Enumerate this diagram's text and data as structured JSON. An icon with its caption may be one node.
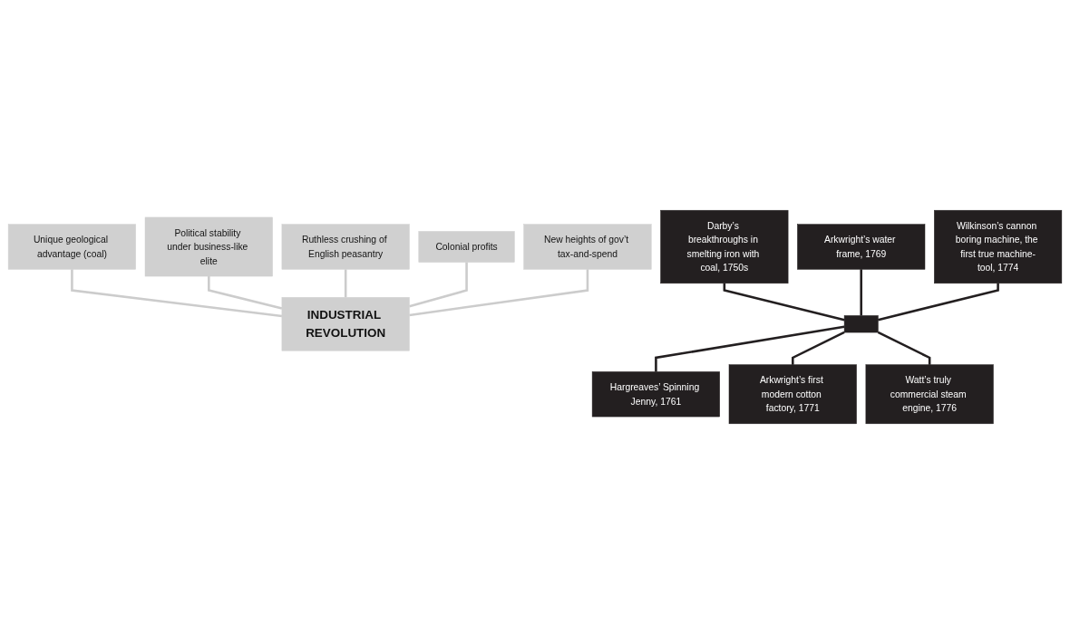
{
  "diagram": {
    "nodes": [
      {
        "text": [
          "Unique geological advantage (coal)"
        ]
      },
      {
        "text": [
          "Political stability under business-like elite"
        ]
      },
      {
        "text": [
          "Ruthless crushing of English peasantry"
        ]
      },
      {
        "text": [
          "Colonial profits"
        ]
      },
      {
        "text": [
          "New heights of gov’t tax-and-spend"
        ]
      },
      {
        "text": [
          "INDUSTRIAL REVOLUTION"
        ]
      },
      {
        "text": [
          "Darby’s breakthroughs in smelting iron with coal, 1750s"
        ]
      },
      {
        "text": [
          "Arkwright’s water frame, 1769"
        ]
      },
      {
        "text": [
          "Wilkinson’s cannon boring machine, the first true machine-tool, 1774"
        ]
      },
      {
        "text": [],
        "shape": "bar"
      },
      {
        "text": [
          "Hargreaves’ Spinning Jenny, 1761"
        ]
      },
      {
        "text": [
          "Arkwright’s first modern cotton factory, 1771"
        ]
      },
      {
        "text": [
          "Watt’s truly commercial steam engine, 1776"
        ]
      }
    ],
    "edges": [
      {
        "from": 0,
        "to": 5,
        "arrow": "none",
        "color": "#cccccc"
      },
      {
        "from": 1,
        "to": 5,
        "arrow": "none",
        "color": "#cccccc"
      },
      {
        "from": 2,
        "to": 5,
        "arrow": "none",
        "color": "#cccccc"
      },
      {
        "from": 3,
        "to": 5,
        "arrow": "none",
        "color": "#cccccc"
      },
      {
        "from": 4,
        "to": 5,
        "arrow": "none",
        "color": "#cccccc"
      },
      {
        "from": 6,
        "to": 9,
        "arrow": "none"
      },
      {
        "from": 7,
        "to": 9,
        "arrow": "none"
      },
      {
        "from": 8,
        "to": 9,
        "arrow": "none"
      },
      {
        "from": 9,
        "to": 10,
        "arrow": "none"
      },
      {
        "from": 9,
        "to": 11,
        "arrow": "none"
      },
      {
        "from": 9,
        "to": 12,
        "arrow": "none"
      }
    ]
  }
}
